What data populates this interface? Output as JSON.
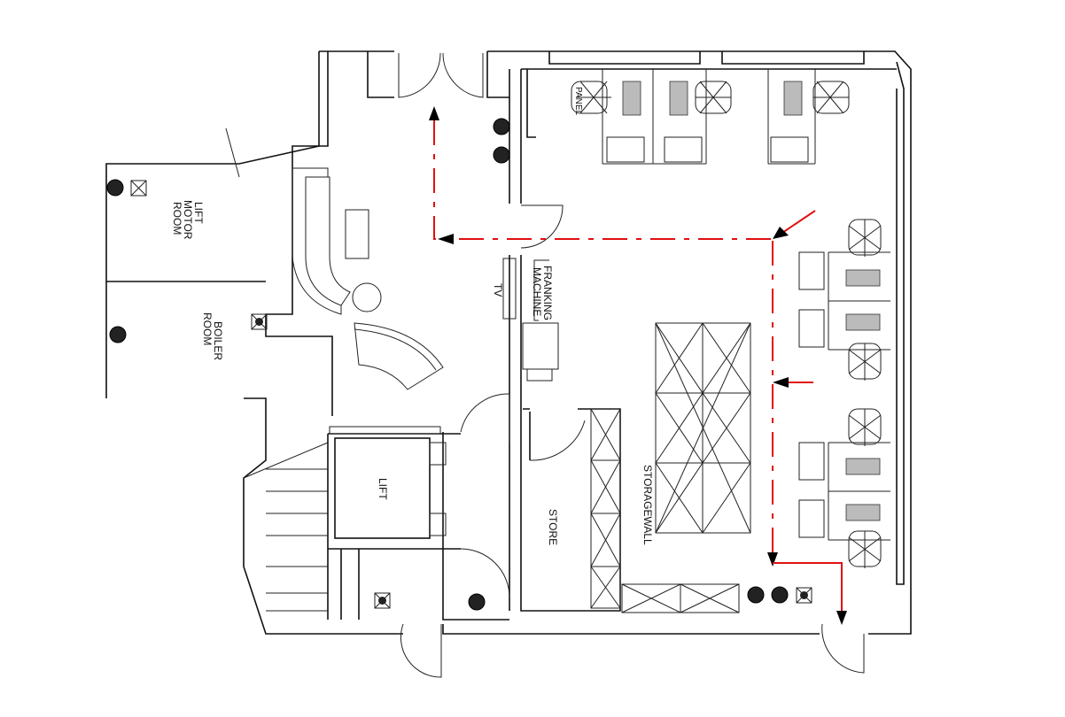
{
  "labels": {
    "lift_motor_room": [
      "LIFT",
      "MOTOR",
      "ROOM"
    ],
    "boiler_room": [
      "BOILER",
      "ROOM"
    ],
    "tv": "TV",
    "franking_machine": [
      "FRANKING",
      "MACHINE"
    ],
    "lift": "LIFT",
    "store": "STORE",
    "storagewall": "STORAGEWALL",
    "panel": "PANEL"
  },
  "colors": {
    "escape_route": "#e01010",
    "walls": "#111111"
  }
}
